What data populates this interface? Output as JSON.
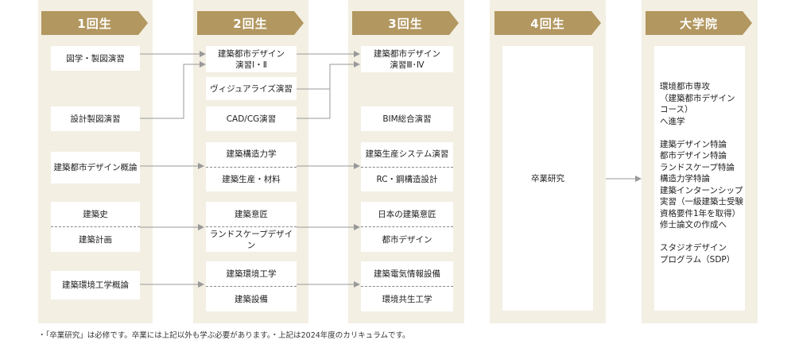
{
  "headers": {
    "y1": "1回生",
    "y2": "2回生",
    "y3": "3回生",
    "y4": "4回生",
    "grad": "大学院"
  },
  "year1": {
    "drawing": "図学・製図演習",
    "design_drawing": "設計製図演習",
    "urban_overview": "建築都市デザイン概論",
    "history": "建築史",
    "planning": "建築計画",
    "env_overview": "建築環境工学概論"
  },
  "year2": {
    "studio": "建築都市デザイン\n演習Ⅰ・Ⅱ",
    "visualize": "ヴィジュアライズ演習",
    "cad": "CAD/CG演習",
    "structure": "建築構造力学",
    "production": "建築生産・材料",
    "ishou": "建築意匠",
    "landscape": "ランドスケープデザイン",
    "env_eng": "建築環境工学",
    "equipment": "建築設備"
  },
  "year3": {
    "studio": "建築都市デザイン\n演習Ⅲ･Ⅳ",
    "bim": "BIM総合演習",
    "prod_system": "建築生産システム演習",
    "rc_steel": "RC・鋼構造設計",
    "japan_ishou": "日本の建築意匠",
    "urban_design": "都市デザイン",
    "elec_info": "建築電気情報設備",
    "env_symbiosis": "環境共生工学"
  },
  "year4": {
    "thesis": "卒業研究"
  },
  "grad": {
    "text": "環境都市専攻\n（建築都市デザイン\nコース）\nへ進学\n\n建築デザイン特論\n都市デザイン特論\nランドスケープ特論\n構造力学特論\n建築インターンシップ\n実習（一級建築士受験\n資格要件1年を取得）\n修士論文の作成へ\n\nスタジオデザイン\nプログラム（SDP）"
  },
  "footnote": "・「卒業研究」は必修です。卒業には上記以外も学ぶ必要があります。・上記は2024年度のカリキュラムです。",
  "colors": {
    "header": "#b29760",
    "column_bg": "#f3efe3",
    "arrow": "#999999"
  }
}
